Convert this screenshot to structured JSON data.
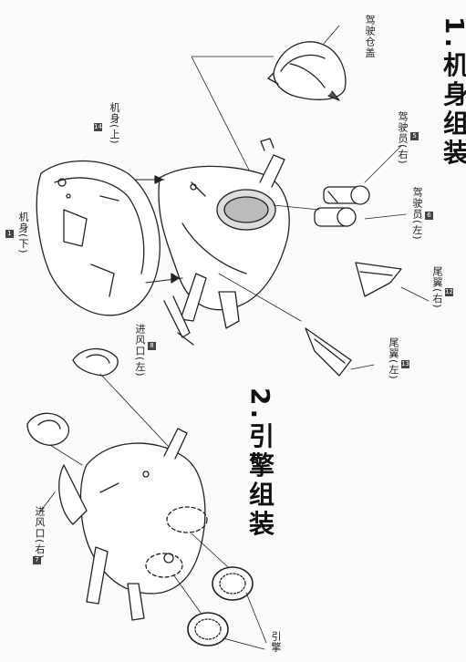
{
  "sections": {
    "body_assembly": "1.机身组装",
    "engine_assembly": "2.引擎组装"
  },
  "parts": {
    "cockpit_cover": {
      "label": "驾驶仓盖"
    },
    "pilot_right": {
      "label": "驾驶员(右)",
      "num": "5"
    },
    "pilot_left": {
      "label": "驾驶员(左)",
      "num": "6"
    },
    "body_upper": {
      "label": "机身(上)",
      "num": "14"
    },
    "body_lower": {
      "label": "机身(下)",
      "num": "1"
    },
    "tail_right": {
      "label": "尾翼(右)",
      "num": "12"
    },
    "tail_left": {
      "label": "尾翼(左)",
      "num": "13"
    },
    "intake_left": {
      "label": "进风口(左)",
      "num": "8"
    },
    "intake_right": {
      "label": "进风口(右)",
      "num": "7"
    },
    "engine": {
      "label": "引擎"
    }
  }
}
